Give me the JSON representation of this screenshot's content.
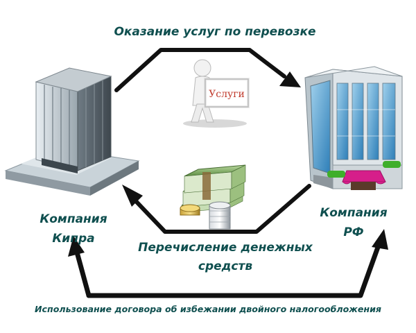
{
  "diagram": {
    "top_flow_label": "Оказание услуг по перевозке",
    "sign_label": "Услуги",
    "company_left": [
      "Компания",
      "Кипра"
    ],
    "company_right": [
      "Компания",
      "РФ"
    ],
    "money_flow_label": "Перечисление денежных средств",
    "bottom_flow_label": "Использование договора об избежании двойного налогообложения"
  },
  "colors": {
    "label_text": "#0f4f4f",
    "arrow": "#111111",
    "sign_text": "#c0392b",
    "awning": "#d61e8a",
    "greenery": "#3fae2a",
    "banknote": "#6aa84f"
  },
  "icons": {
    "left_building": "office-tower-icon",
    "right_building": "glass-building-icon",
    "sign_figure": "person-with-sign-icon",
    "money": "money-stack-icon"
  }
}
